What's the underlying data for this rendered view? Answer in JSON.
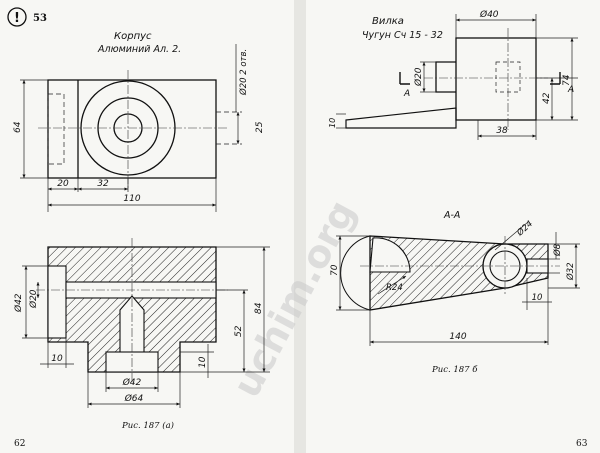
{
  "page": {
    "left_number": "62",
    "right_number": "63",
    "task_number": "53",
    "task_mark": "!",
    "watermark": "uchim.org"
  },
  "left": {
    "title": "Корпус",
    "material": "Алюминий Ал. 2.",
    "caption": "Рис. 187 (а)",
    "top_view_dims": {
      "d20_2holes": "Ø20 2 отв.",
      "h64": "64",
      "h25": "25",
      "w20": "20",
      "w32": "32",
      "w110": "110"
    },
    "section_dims": {
      "d42_left": "Ø42",
      "d20_left": "Ø20",
      "h52": "52",
      "h84": "84",
      "w10_left": "10",
      "h10_right": "10",
      "d42_bottom": "Ø42",
      "d64_bottom": "Ø64"
    }
  },
  "right": {
    "title": "Вилка",
    "material": "Чугун Сч 15 - 32",
    "section_label": "А-А",
    "caption": "Рис. 187 б",
    "top_view_dims": {
      "d40": "Ø40",
      "d20": "Ø20",
      "h42": "42",
      "h74": "74",
      "t10": "10",
      "w38": "38",
      "cut_left": "А",
      "cut_right": "А"
    },
    "section_dims": {
      "h70": "70",
      "r24_label": "R24",
      "d24": "Ø24",
      "d8": "Ø8",
      "d32": "Ø32",
      "w10": "10",
      "w140": "140"
    }
  }
}
